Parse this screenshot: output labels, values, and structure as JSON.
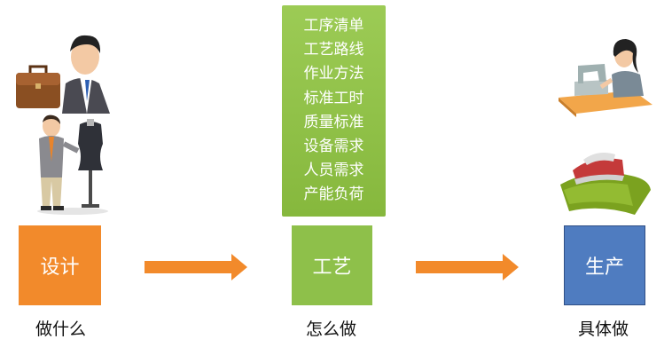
{
  "process_items": [
    "工序清单",
    "工艺路线",
    "作业方法",
    "标准工时",
    "质量标准",
    "设备需求",
    "人员需求",
    "产能负荷"
  ],
  "stages": {
    "design": {
      "label": "设计",
      "caption": "做什么",
      "color": "#f28a2b"
    },
    "process": {
      "label": "工艺",
      "caption": "怎么做",
      "color": "#8ec04a"
    },
    "production": {
      "label": "生产",
      "caption": "具体做",
      "color": "#4f7cc0"
    }
  },
  "arrow_color": "#f28a2b"
}
